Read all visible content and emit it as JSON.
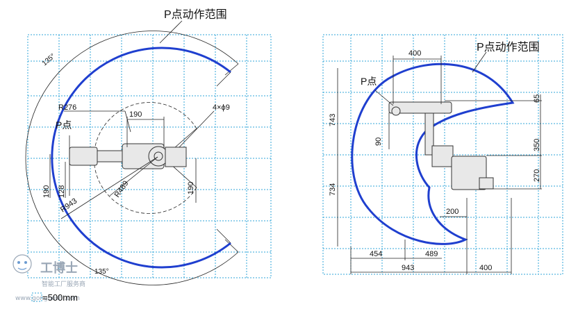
{
  "left_view": {
    "title": "P点动作范围",
    "angle_top": "135°",
    "angle_bottom": "135°",
    "r_inner": "R276",
    "p_point": "P点",
    "dim_190_top": "190",
    "hole": "4×ϕ9",
    "r_mid": "R489",
    "r_outer": "R943",
    "dim_190_left": "190",
    "dim_128": "128",
    "dim_190_right": "190"
  },
  "right_view": {
    "title": "P点动作范围",
    "p_point": "P点",
    "dim_400_top": "400",
    "dim_65": "65",
    "dim_743": "743",
    "dim_90": "90",
    "dim_350": "350",
    "dim_734": "734",
    "dim_270": "270",
    "dim_200": "200",
    "dim_454": "454",
    "dim_489": "489",
    "dim_943": "943",
    "dim_400_bottom": "400"
  },
  "footer": {
    "scale": "=500mm",
    "logo_title": "工博士",
    "logo_subtitle": "智能工厂服务商",
    "logo_url": "www.gongboshi.com"
  },
  "colors": {
    "range_arc": "#1f3fcf",
    "grid": "#2fa6d8"
  }
}
